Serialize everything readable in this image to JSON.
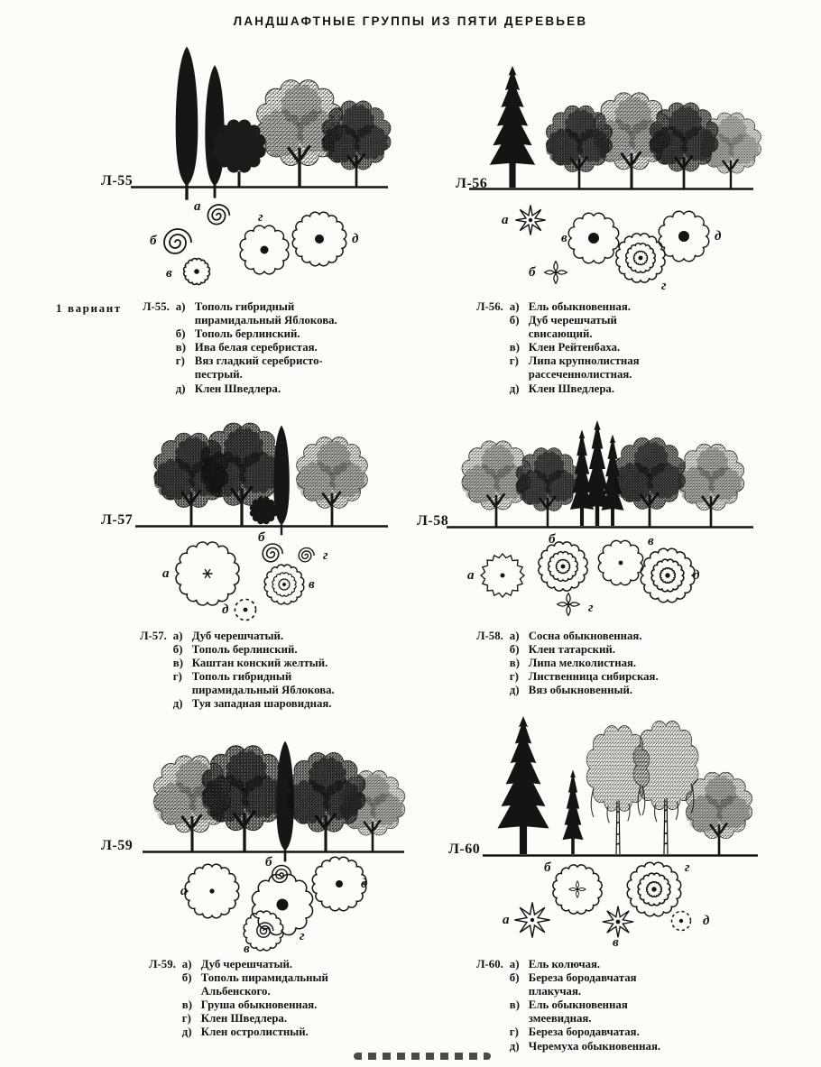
{
  "page": {
    "title": "ЛАНДШАФТНЫЕ  ГРУППЫ  ИЗ  ПЯТИ  ДЕРЕВЬЕВ",
    "variant_label": "1 вариант",
    "ink_color": "#141414",
    "paper_color": "#fcfcfa"
  },
  "panels": [
    {
      "code": "Л-55",
      "legend_code": "Л-55.",
      "items": [
        {
          "key": "а)",
          "text": "Тополь гибридный пирамидальный Яблокова."
        },
        {
          "key": "б)",
          "text": "Тополь берлинский."
        },
        {
          "key": "в)",
          "text": "Ива белая серебристая."
        },
        {
          "key": "г)",
          "text": "Вяз гладкий серебристо-пестрый."
        },
        {
          "key": "д)",
          "text": "Клен Шведлера."
        }
      ],
      "plan_symbols": [
        {
          "letter": "а",
          "glyph": "small-spiral"
        },
        {
          "letter": "б",
          "glyph": "spiral"
        },
        {
          "letter": "в",
          "glyph": "wavy-circle-dot"
        },
        {
          "letter": "г",
          "glyph": "scalloped-circle-dot"
        },
        {
          "letter": "д",
          "glyph": "wavy-circle-dot"
        }
      ]
    },
    {
      "code": "Л-56",
      "legend_code": "Л-56.",
      "items": [
        {
          "key": "а)",
          "text": "Ель обыкновенная."
        },
        {
          "key": "б)",
          "text": "Дуб черешчатый свисающий."
        },
        {
          "key": "в)",
          "text": "Клен Рейтенбаха."
        },
        {
          "key": "г)",
          "text": "Липа крупнолистная рассеченнолистная."
        },
        {
          "key": "д)",
          "text": "Клен Шведлера."
        }
      ],
      "plan_symbols": [
        {
          "letter": "а",
          "glyph": "star-burst-dot"
        },
        {
          "letter": "в",
          "glyph": "scalloped-circle-dot"
        },
        {
          "letter": "б",
          "glyph": "cross-petal-dot"
        },
        {
          "letter": "г",
          "glyph": "concentric-rings-dot"
        },
        {
          "letter": "д",
          "glyph": "scalloped-circle-dot"
        }
      ]
    },
    {
      "code": "Л-57",
      "legend_code": "Л-57.",
      "items": [
        {
          "key": "а)",
          "text": "Дуб черешчатый."
        },
        {
          "key": "б)",
          "text": "Тополь берлинский."
        },
        {
          "key": "в)",
          "text": "Каштан конский желтый."
        },
        {
          "key": "г)",
          "text": "Тополь гибридный пирамидальный Яблокова."
        },
        {
          "key": "д)",
          "text": "Туя западная шаровидная."
        }
      ],
      "plan_symbols": [
        {
          "letter": "а",
          "glyph": "wavy-circle-asterisk"
        },
        {
          "letter": "б",
          "glyph": "spiral"
        },
        {
          "letter": "г",
          "glyph": "spiral"
        },
        {
          "letter": "в",
          "glyph": "concentric-rings-dot"
        },
        {
          "letter": "д",
          "glyph": "dashed-sun"
        }
      ]
    },
    {
      "code": "Л-58",
      "legend_code": "Л-58.",
      "items": [
        {
          "key": "а)",
          "text": "Сосна обыкновенная."
        },
        {
          "key": "б)",
          "text": "Клен татарский."
        },
        {
          "key": "в)",
          "text": "Липа мелколистная."
        },
        {
          "key": "г)",
          "text": "Лиственница сибирская."
        },
        {
          "key": "д)",
          "text": "Вяз обыкновенный."
        }
      ],
      "plan_symbols": [
        {
          "letter": "а",
          "glyph": "spiked-circle-dot"
        },
        {
          "letter": "б",
          "glyph": "concentric-rings-dot"
        },
        {
          "letter": "в",
          "glyph": "scalloped-circle-dot"
        },
        {
          "letter": "г",
          "glyph": "cross-petal-dot"
        },
        {
          "letter": "д",
          "glyph": "concentric-rings-dot"
        }
      ]
    },
    {
      "code": "Л-59",
      "legend_code": "Л-59.",
      "items": [
        {
          "key": "а)",
          "text": "Дуб черешчатый."
        },
        {
          "key": "б)",
          "text": "Тополь пирамидальный Альбенского."
        },
        {
          "key": "в)",
          "text": "Груша обыкновенная."
        },
        {
          "key": "г)",
          "text": "Клен Шведлера."
        },
        {
          "key": "д)",
          "text": "Клен остролистный."
        }
      ],
      "plan_symbols": [
        {
          "letter": "а",
          "glyph": "wavy-circle-dot"
        },
        {
          "letter": "б",
          "glyph": "spiral"
        },
        {
          "letter": "г",
          "glyph": "scalloped-circle-dot"
        },
        {
          "letter": "в",
          "glyph": "spiral-in-circle"
        },
        {
          "letter": "д",
          "glyph": "wavy-circle-dot"
        }
      ]
    },
    {
      "code": "Л-60",
      "legend_code": "Л-60.",
      "items": [
        {
          "key": "а)",
          "text": "Ель колючая."
        },
        {
          "key": "б)",
          "text": "Береза бородавчатая плакучая."
        },
        {
          "key": "в)",
          "text": "Ель обыкновенная змеевидная."
        },
        {
          "key": "г)",
          "text": "Береза бородавчатая."
        },
        {
          "key": "д)",
          "text": "Черемуха обыкновенная."
        }
      ],
      "plan_symbols": [
        {
          "letter": "б",
          "glyph": "wavy-circle-cross"
        },
        {
          "letter": "г",
          "glyph": "concentric-rings-dot"
        },
        {
          "letter": "а",
          "glyph": "star-burst"
        },
        {
          "letter": "в",
          "glyph": "star-burst-dot"
        },
        {
          "letter": "д",
          "glyph": "dashed-sun"
        }
      ]
    }
  ]
}
